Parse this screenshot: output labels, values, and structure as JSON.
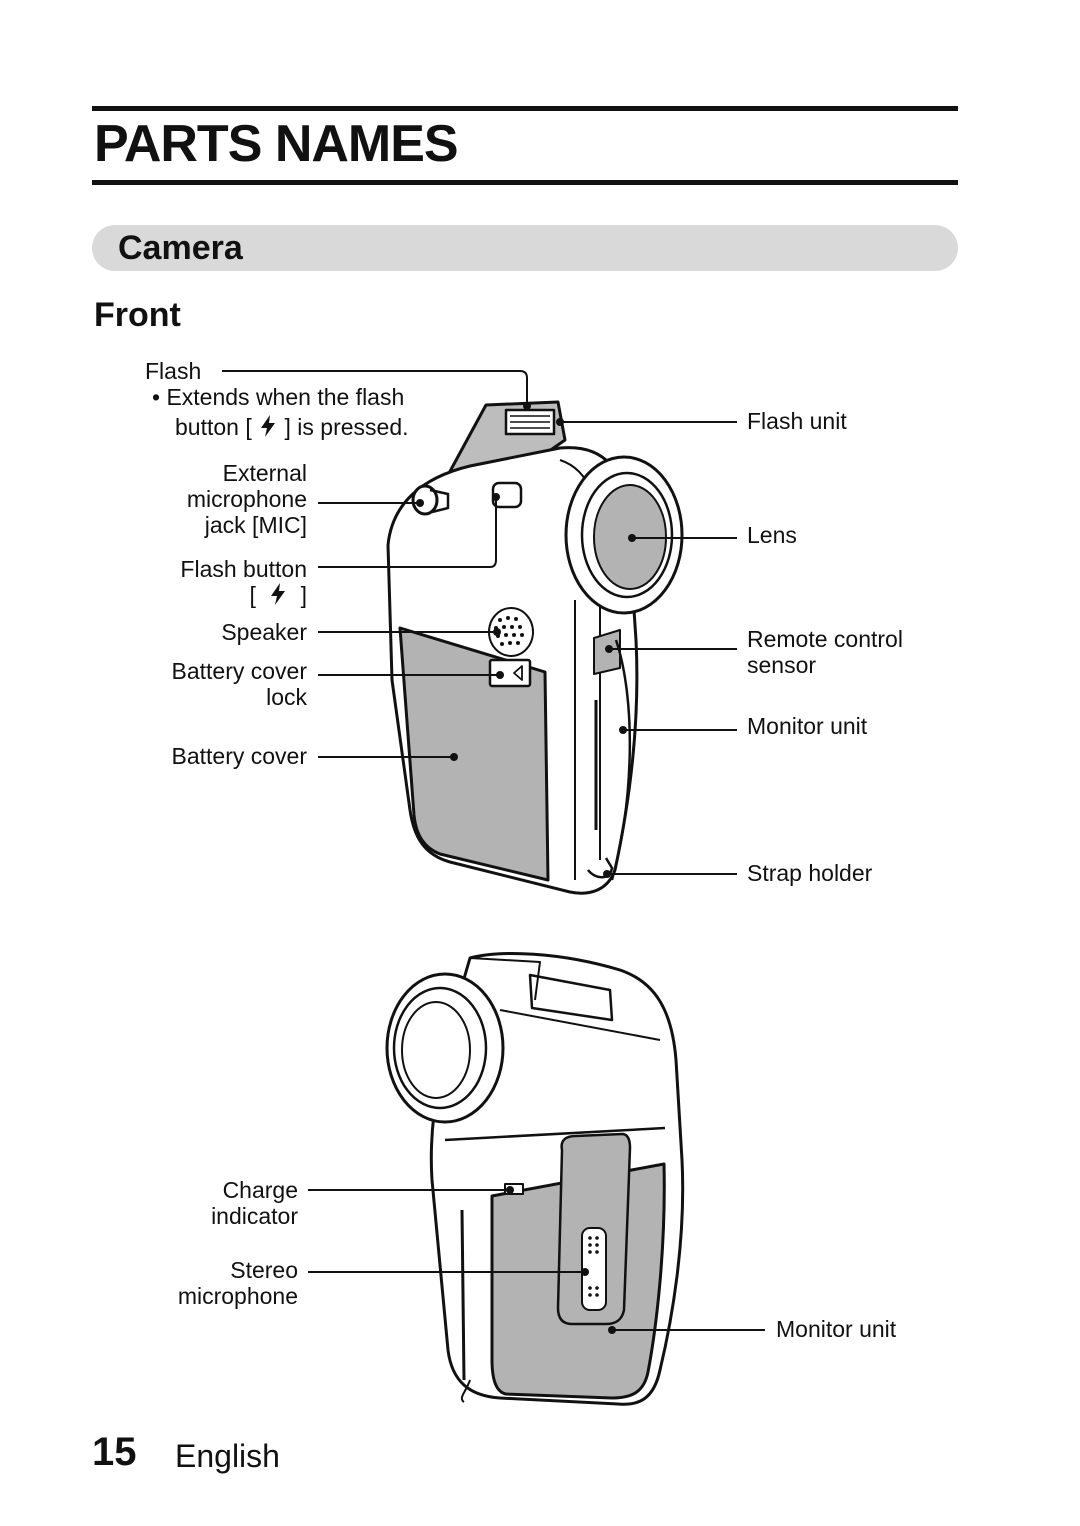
{
  "header": {
    "title": "PARTS NAMES"
  },
  "section": {
    "title": "Camera",
    "subtitle": "Front"
  },
  "labels_left_top": {
    "flash": "Flash",
    "flash_note_line1": "Extends when the flash",
    "flash_note_line2_pre": "button [",
    "flash_note_line2_post": "] is pressed.",
    "ext_mic_1": "External",
    "ext_mic_2": "microphone",
    "ext_mic_3": "jack [MIC]",
    "flash_button": "Flash button",
    "flash_button_bracket_open": "[",
    "flash_button_bracket_close": "]",
    "speaker": "Speaker",
    "battery_cover_lock_1": "Battery cover",
    "battery_cover_lock_2": "lock",
    "battery_cover": "Battery cover"
  },
  "labels_right_top": {
    "flash_unit": "Flash unit",
    "lens": "Lens",
    "remote_sensor_1": "Remote control",
    "remote_sensor_2": "sensor",
    "monitor_unit": "Monitor unit",
    "strap_holder": "Strap holder"
  },
  "labels_bottom": {
    "charge_1": "Charge",
    "charge_2": "indicator",
    "stereo_1": "Stereo",
    "stereo_2": "microphone",
    "monitor_unit": "Monitor unit"
  },
  "footer": {
    "page_number": "15",
    "language": "English"
  },
  "icons": {
    "flash_symbol": "lightning-bolt"
  },
  "colors": {
    "rule": "#111111",
    "section_bar": "#d9d9d9",
    "camera_shade": "#b3b3b3"
  }
}
